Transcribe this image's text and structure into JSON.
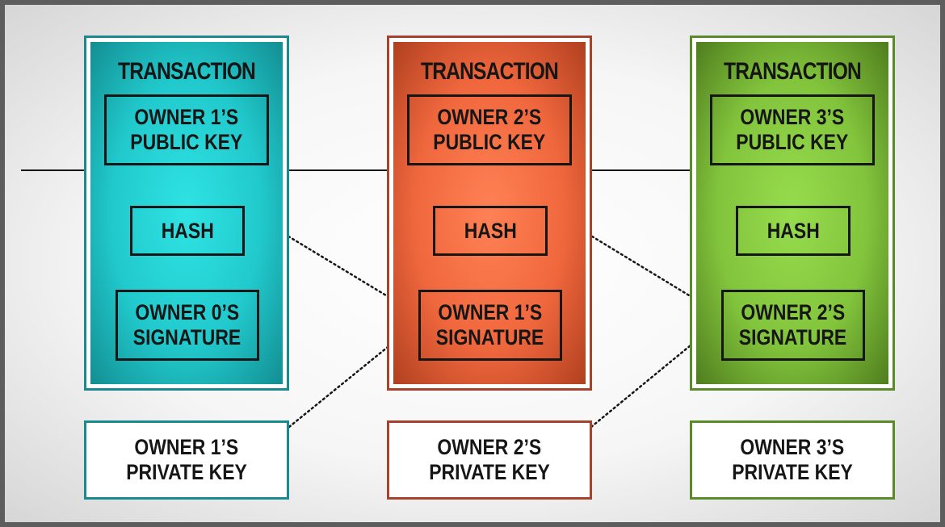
{
  "transactions": [
    {
      "title": "TRANSACTION",
      "public_key": [
        "OWNER 1’S",
        "PUBLIC KEY"
      ],
      "hash": "HASH",
      "signature": [
        "OWNER 0’S",
        "SIGNATURE"
      ],
      "private_key": [
        "OWNER 1’S",
        "PRIVATE KEY"
      ],
      "color": "#21c9cc"
    },
    {
      "title": "TRANSACTION",
      "public_key": [
        "OWNER 2’S",
        "PUBLIC KEY"
      ],
      "hash": "HASH",
      "signature": [
        "OWNER 1’S",
        "SIGNATURE"
      ],
      "private_key": [
        "OWNER 2’S",
        "PRIVATE KEY"
      ],
      "color": "#f0673d"
    },
    {
      "title": "TRANSACTION",
      "public_key": [
        "OWNER 3’S",
        "PUBLIC KEY"
      ],
      "hash": "HASH",
      "signature": [
        "OWNER 2’S",
        "SIGNATURE"
      ],
      "private_key": [
        "OWNER 3’S",
        "PRIVATE KEY"
      ],
      "color": "#82c43c"
    }
  ]
}
